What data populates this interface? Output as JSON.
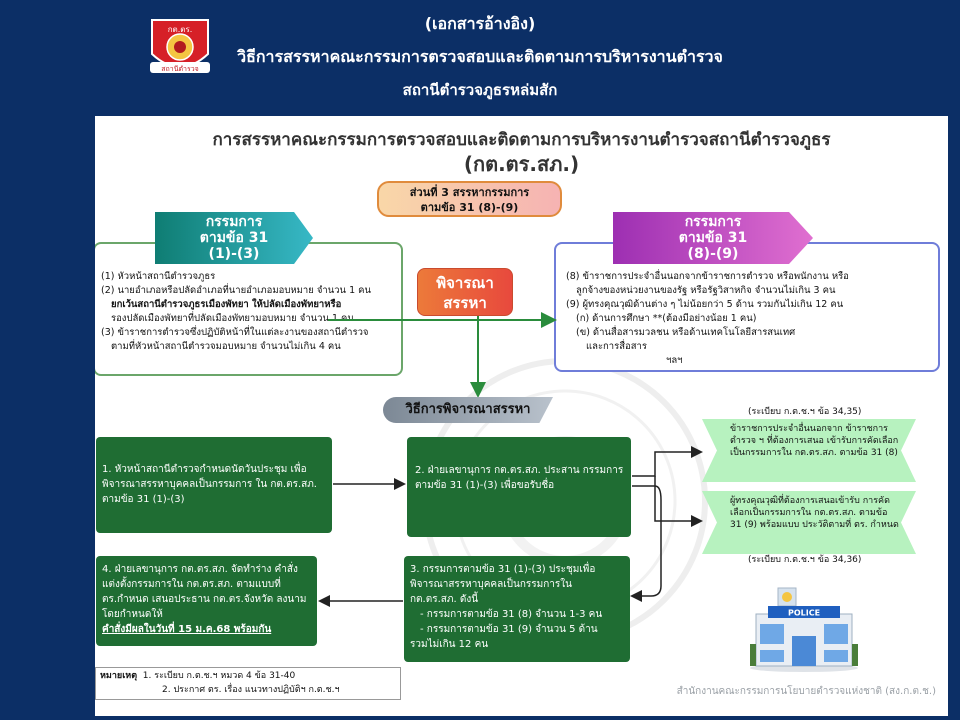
{
  "header": {
    "logo_text": "กต.ตร.",
    "logo_ribbon": "สถานีตำรวจ",
    "line1": "(เอกสารอ้างอิง)",
    "line2": "วิธีการสรรหาคณะกรรมการตรวจสอบและติดตามการบริหารงานตำรวจ",
    "line3": "สถานีตำรวจภูธรหล่มสัก"
  },
  "diagram": {
    "title": "การสรรหาคณะกรรมการตรวจสอบและติดตามการบริหารงานตำรวจสถานีตำรวจภูธร",
    "subtitle": "(กต.ตร.สภ.)",
    "section": {
      "line1": "ส่วนที่ 3 สรรหากรรมการ",
      "line2": "ตามข้อ 31 (8)-(9)"
    },
    "left_ribbon": {
      "line1": "กรรมการ",
      "line2": "ตามข้อ 31",
      "line3": "(1)-(3)"
    },
    "right_ribbon": {
      "line1": "กรรมการ",
      "line2": "ตามข้อ 31",
      "line3": "(8)-(9)"
    },
    "left_box": [
      "(1) หัวหน้าสถานีตำรวจภูธร",
      "(2) นายอำเภอหรือปลัดอำเภอที่นายอำเภอมอบหมาย จำนวน 1 คน",
      "ยกเว้นสถานีตำรวจภูธรเมืองพัทยา ให้ปลัดเมืองพัทยาหรือ",
      "รองปลัดเมืองพัทยาที่ปลัดเมืองพัทยามอบหมาย จำนวน 1 คน",
      "(3) ข้าราชการตำรวจซึ่งปฏิบัติหน้าที่ในแต่ละงานของสถานีตำรวจ",
      "ตามที่หัวหน้าสถานีตำรวจมอบหมาย จำนวนไม่เกิน 4 คน"
    ],
    "right_box": [
      "(8) ข้าราชการประจำอื่นนอกจากข้าราชการตำรวจ หรือพนักงาน หรือ",
      "ลูกจ้างของหน่วยงานของรัฐ หรือรัฐวิสาหกิจ จำนวนไม่เกิน 3 คน",
      "(9) ผู้ทรงคุณวุฒิด้านต่าง ๆ ไม่น้อยกว่า 5 ด้าน รวมกันไม่เกิน 12 คน",
      "(ก) ด้านการศึกษา **(ต้องมีอย่างน้อย 1 คน)",
      "(ข) ด้านสื่อสารมวลชน หรือด้านเทคโนโลยีสารสนเทศ",
      "และการสื่อสาร",
      "ฯลฯ"
    ],
    "consider": {
      "line1": "พิจารณา",
      "line2": "สรรหา"
    },
    "method_label": "วิธีการพิจารณาสรรหา",
    "step1": "1. หัวหน้าสถานีตำรวจกำหนดนัดวันประชุม เพื่อพิจารณาสรรหาบุคคลเป็นกรรมการ ใน กต.ตร.สภ. ตามข้อ 31 (1)-(3)",
    "step2": "2. ฝ่ายเลขานุการ กต.ตร.สภ. ประสาน กรรมการตามข้อ 31 (1)-(3) เพื่อขอรับชื่อ",
    "step3": {
      "line1": "3. กรรมการตามข้อ 31 (1)-(3) ประชุมเพื่อ",
      "line2": "พิจารณาสรรหาบุคคลเป็นกรรมการใน",
      "line3": "กต.ตร.สภ. ดังนี้",
      "line4": "- กรรมการตามข้อ 31 (8) จำนวน 1-3 คน",
      "line5": "- กรรมการตามข้อ 31 (9) จำนวน 5 ด้าน",
      "line6": "รวมไม่เกิน 12 คน"
    },
    "step4": {
      "text": "4. ฝ่ายเลขานุการ กต.ตร.สภ. จัดทำร่าง คำสั่งแต่งตั้งกรรมการใน กต.ตร.สภ. ตามแบบที่ ตร.กำหนด เสนอประธาน กต.ตร.จังหวัด ลงนาม โดยกำหนดให้",
      "emphasis": "คำสั่งมีผลในวันที่ 15 ม.ค.68 พร้อมกัน"
    },
    "ref1": "(ระเบียบ ก.ต.ช.ฯ ข้อ 34,35)",
    "ref2": "(ระเบียบ ก.ต.ช.ฯ ข้อ 34,36)",
    "tag1": "ข้าราชการประจำอื่นนอกจาก ข้าราชการตำรวจ ฯ ที่ต้องการเสนอ เข้ารับการคัดเลือกเป็นกรรมการใน กต.ตร.สภ. ตามข้อ 31 (8)",
    "tag2": "ผู้ทรงคุณวุฒิที่ต้องการเสนอเข้ารับ การคัดเลือกเป็นกรรมการใน กต.ตร.สภ. ตามข้อ 31 (9) พร้อมแบบ ประวัติตามที่ ตร. กำหนด",
    "notes": {
      "label": "หมายเหตุ",
      "line1": "1. ระเบียบ ก.ต.ช.ฯ หมวด 4 ข้อ 31-40",
      "line2": "2. ประกาศ ตร. เรื่อง แนวทางปฏิบัติฯ ก.ต.ช.ฯ"
    },
    "police_sign": "POLICE",
    "footer": "สำนักงานคณะกรรมการนโยบายตำรวจแห่งชาติ (สง.ก.ต.ช.)"
  },
  "colors": {
    "background": "#0c2f66",
    "step_box": "#1f6d33",
    "left_ribbon": "#1b9a97",
    "right_ribbon": "#c24fc8",
    "consider": "#e85a3a",
    "tag_bg": "#b7f2bf"
  }
}
